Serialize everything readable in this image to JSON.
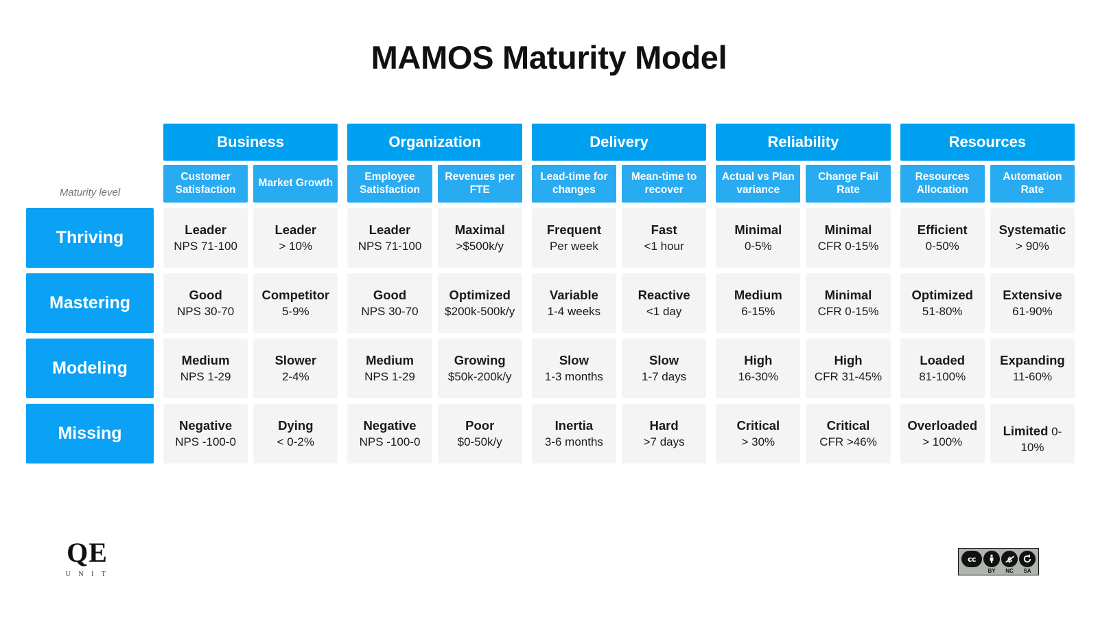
{
  "title": "MAMOS Maturity Model",
  "maturity_caption": "Maturity level",
  "colors": {
    "group_header": "#00A0F0",
    "sub_header": "#29ABF2",
    "level_cell": "#0BA1F5",
    "data_cell": "#F4F4F4",
    "title_text": "#111111"
  },
  "groups": [
    {
      "label": "Business"
    },
    {
      "label": "Organization"
    },
    {
      "label": "Delivery"
    },
    {
      "label": "Reliability"
    },
    {
      "label": "Resources"
    }
  ],
  "columns": [
    {
      "label": "Customer Satisfaction"
    },
    {
      "label": "Market Growth"
    },
    {
      "label": "Employee Satisfaction"
    },
    {
      "label": "Revenues per FTE"
    },
    {
      "label": "Lead-time for changes"
    },
    {
      "label": "Mean-time to recover"
    },
    {
      "label": "Actual vs Plan variance"
    },
    {
      "label": "Change Fail Rate"
    },
    {
      "label": "Resources Allocation"
    },
    {
      "label": "Automation Rate"
    }
  ],
  "levels": [
    {
      "label": "Thriving"
    },
    {
      "label": "Mastering"
    },
    {
      "label": "Modeling"
    },
    {
      "label": "Missing"
    }
  ],
  "rows": [
    {
      "level": "Thriving",
      "cells": [
        {
          "main": "Leader",
          "sub": "NPS 71-100"
        },
        {
          "main": "Leader",
          "sub": "> 10%"
        },
        {
          "main": "Leader",
          "sub": "NPS 71-100"
        },
        {
          "main": "Maximal",
          "sub": ">$500k/y"
        },
        {
          "main": "Frequent",
          "sub": "Per week"
        },
        {
          "main": "Fast",
          "sub": "<1 hour"
        },
        {
          "main": "Minimal",
          "sub": "0-5%"
        },
        {
          "main": "Minimal",
          "sub": "CFR 0-15%"
        },
        {
          "main": "Efficient",
          "sub": "0-50%"
        },
        {
          "main": "Systematic",
          "sub": "> 90%"
        }
      ]
    },
    {
      "level": "Mastering",
      "cells": [
        {
          "main": "Good",
          "sub": "NPS 30-70"
        },
        {
          "main": "Competitor",
          "sub": "5-9%"
        },
        {
          "main": "Good",
          "sub": "NPS 30-70"
        },
        {
          "main": "Optimized",
          "sub": "$200k-500k/y"
        },
        {
          "main": "Variable",
          "sub": "1-4 weeks"
        },
        {
          "main": "Reactive",
          "sub": "<1 day"
        },
        {
          "main": "Medium",
          "sub": "6-15%"
        },
        {
          "main": "Minimal",
          "sub": "CFR 0-15%"
        },
        {
          "main": "Optimized",
          "sub": "51-80%"
        },
        {
          "main": "Extensive",
          "sub": "61-90%"
        }
      ]
    },
    {
      "level": "Modeling",
      "cells": [
        {
          "main": "Medium",
          "sub": "NPS 1-29"
        },
        {
          "main": "Slower",
          "sub": "2-4%"
        },
        {
          "main": "Medium",
          "sub": "NPS 1-29"
        },
        {
          "main": "Growing",
          "sub": "$50k-200k/y"
        },
        {
          "main": "Slow",
          "sub": "1-3 months"
        },
        {
          "main": "Slow",
          "sub": "1-7 days"
        },
        {
          "main": "High",
          "sub": "16-30%"
        },
        {
          "main": "High",
          "sub": "CFR 31-45%"
        },
        {
          "main": "Loaded",
          "sub": "81-100%"
        },
        {
          "main": "Expanding",
          "sub": "11-60%"
        }
      ]
    },
    {
      "level": "Missing",
      "cells": [
        {
          "main": "Negative",
          "sub": "NPS -100-0"
        },
        {
          "main": "Dying",
          "sub": "< 0-2%"
        },
        {
          "main": "Negative",
          "sub": "NPS -100-0"
        },
        {
          "main": "Poor",
          "sub": "$0-50k/y"
        },
        {
          "main": "Inertia",
          "sub": "3-6 months"
        },
        {
          "main": "Hard",
          "sub": ">7 days"
        },
        {
          "main": "Critical",
          "sub": "> 30%"
        },
        {
          "main": "Critical",
          "sub": "CFR >46%"
        },
        {
          "main": "Overloaded",
          "sub": "> 100%"
        },
        {
          "main": "Limited",
          "sub": " 0-10%",
          "inline": true
        }
      ]
    }
  ],
  "footer": {
    "logo_mark": "QE",
    "logo_unit": "U N I T",
    "license": {
      "cc": "cc",
      "by_glyph": "i",
      "nc_glyph": "$",
      "sa_glyph": "↺",
      "labels": [
        "BY",
        "NC",
        "SA"
      ]
    }
  }
}
